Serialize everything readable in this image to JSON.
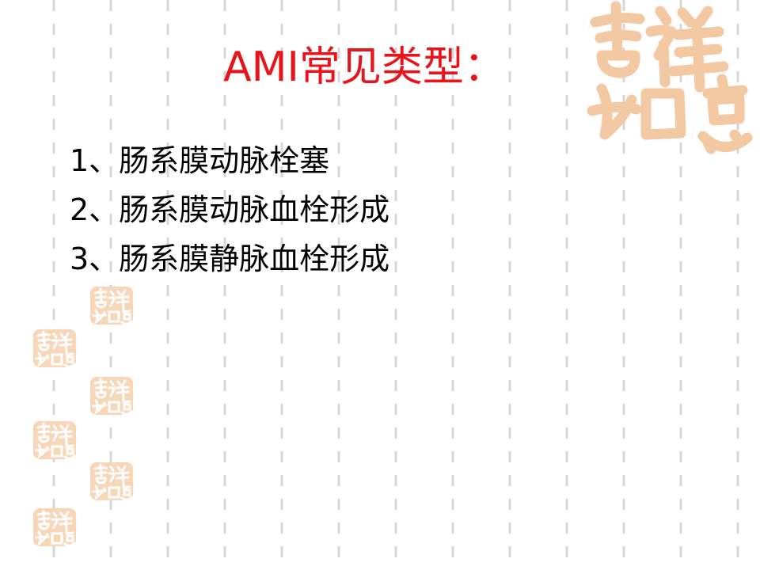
{
  "slide": {
    "title": "AMI常见类型：",
    "items": [
      "1、肠系膜动脉栓塞",
      "2、肠系膜动脉血栓形成",
      "3、肠系膜静脉血栓形成"
    ]
  },
  "colors": {
    "title": "#e8141b",
    "body_text": "#000000",
    "dashes": "#d7d7d7",
    "seal_stroke": "#f3c9a3",
    "seal_fill": "#f7d7b8"
  },
  "decorations": {
    "seal_big_icon": "auspicious-seal-icon",
    "seal_small_icon": "auspicious-seal-icon",
    "seal_small_count": 6
  }
}
